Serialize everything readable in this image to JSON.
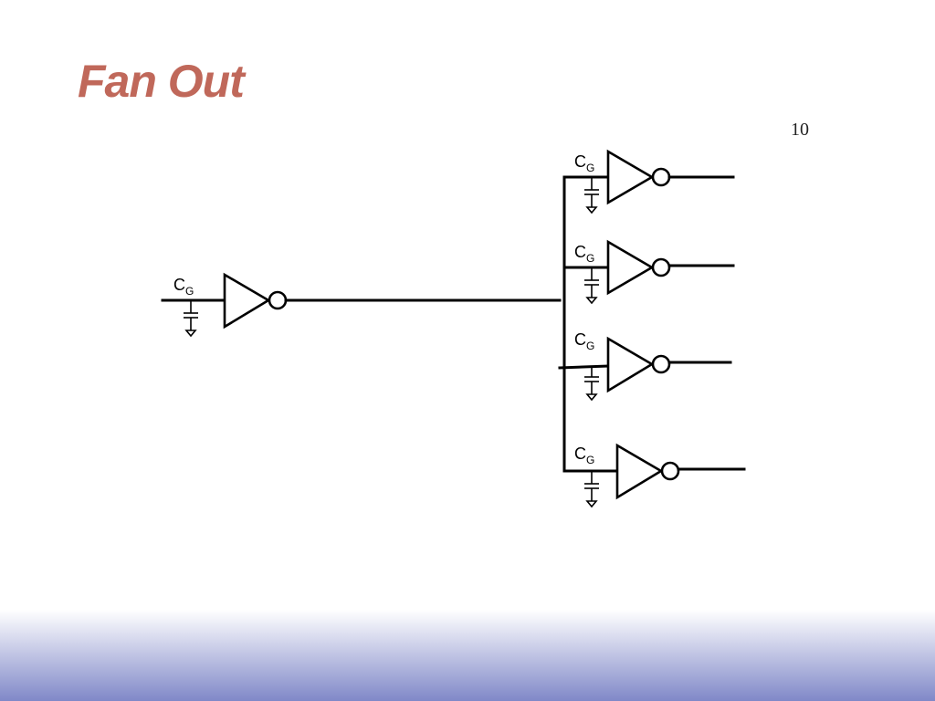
{
  "slide": {
    "title": "Fan Out",
    "page_number": "10"
  },
  "labels": {
    "cap_main": "C",
    "cap_sub": "G"
  },
  "diagram": {
    "driver_count": 1,
    "load_count": 4
  },
  "colors": {
    "title": "#C0685A",
    "line": "#000000",
    "footer_top": "#FFFFFF",
    "footer_bottom": "#8088C8"
  }
}
